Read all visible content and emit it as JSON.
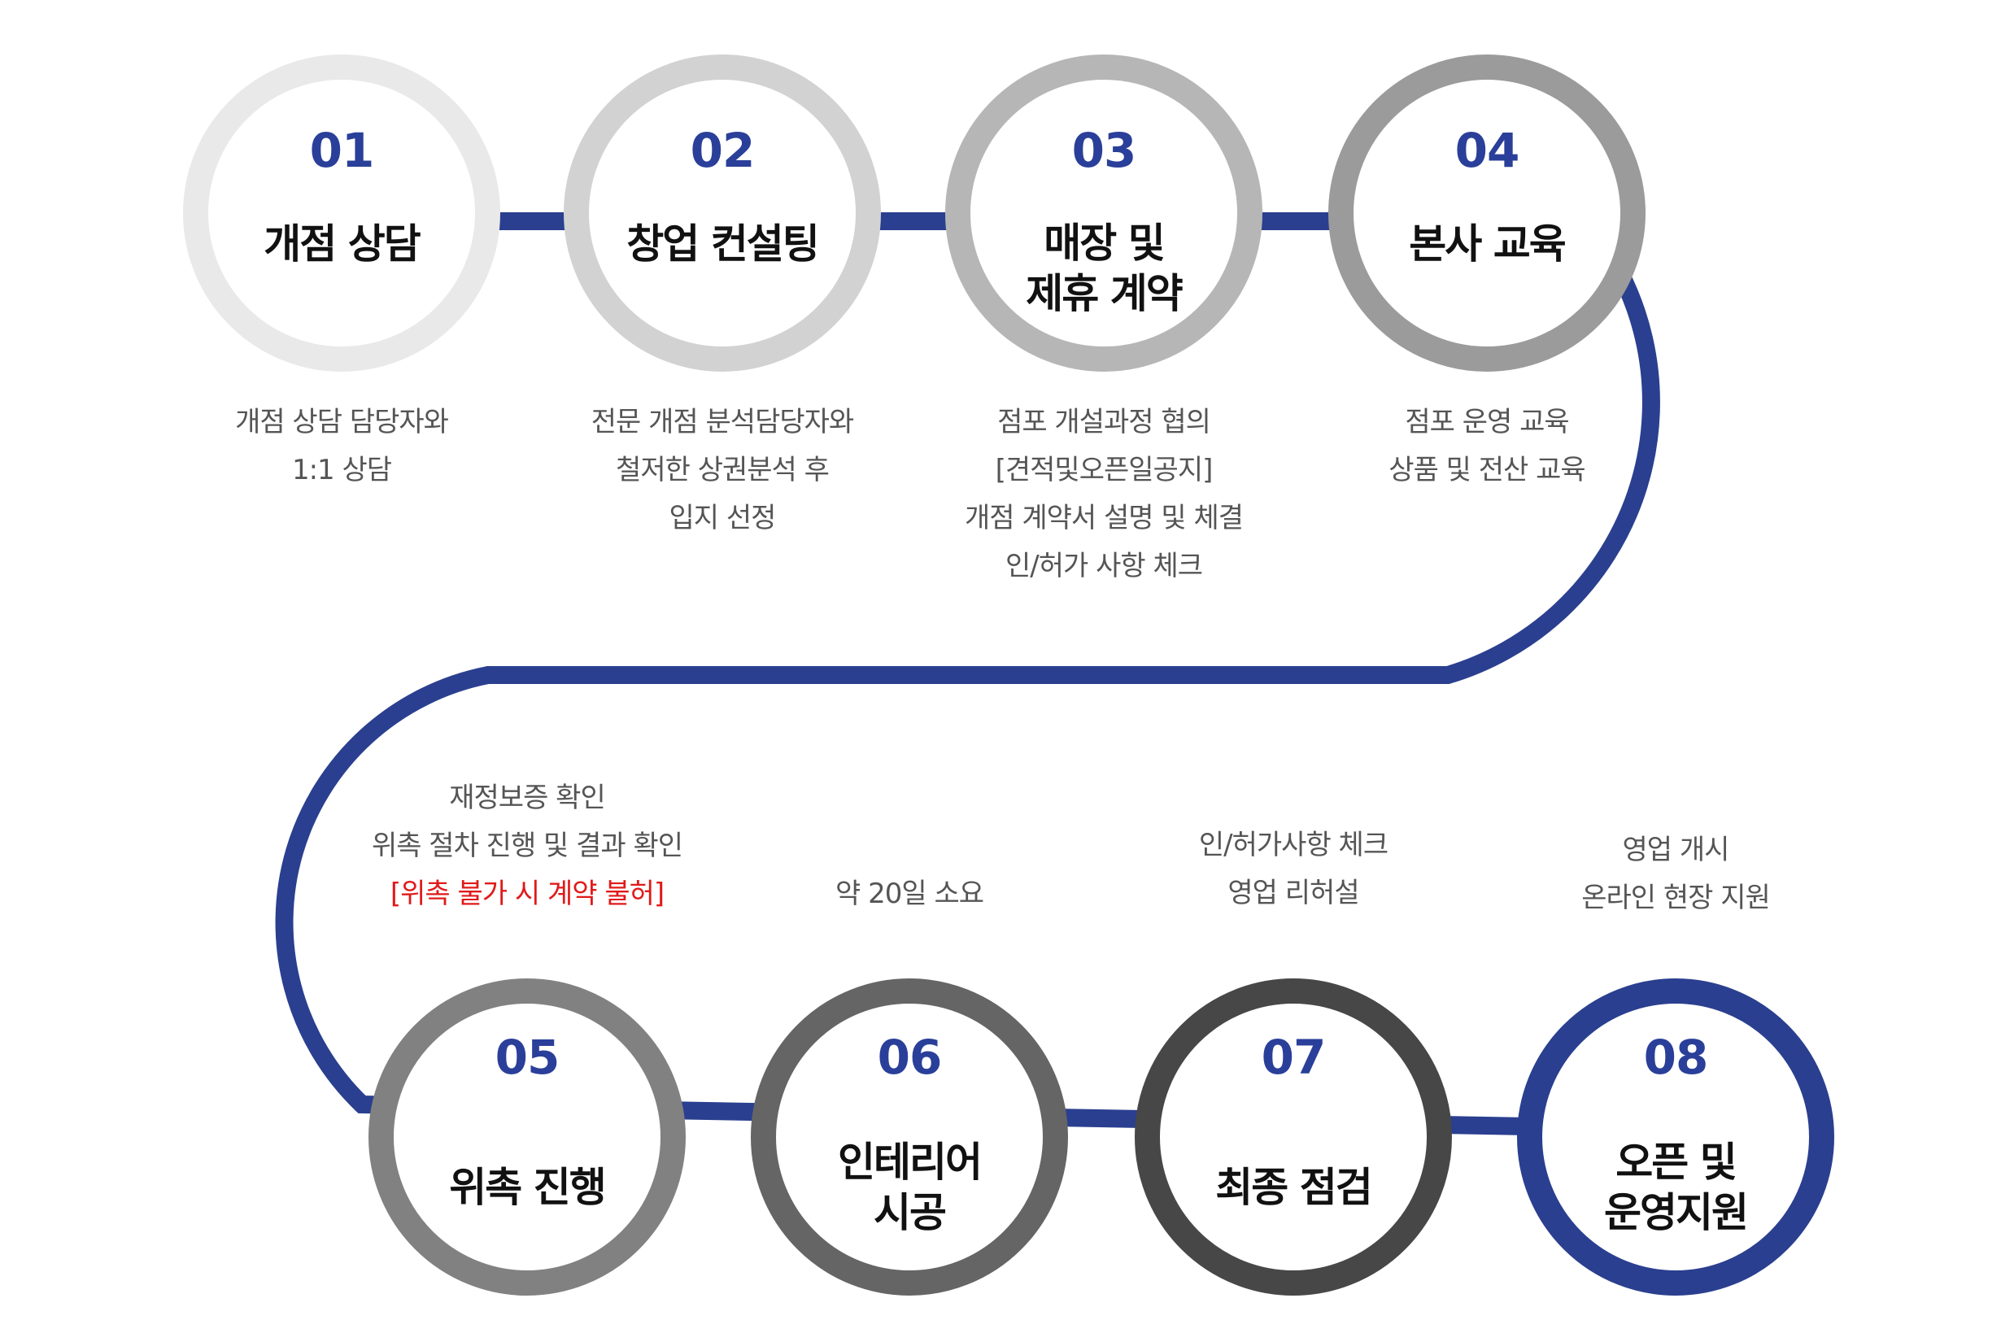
{
  "colors": {
    "path": "#2a3f8f",
    "number": "#2a3f99",
    "warning": "#e01a1a"
  },
  "steps": [
    {
      "number": "01",
      "title": "개점 상담",
      "ring_color": "#e9e9e9",
      "description": [
        "개점 상담 담당자와",
        "1:1 상담"
      ]
    },
    {
      "number": "02",
      "title": "창업 컨설팅",
      "ring_color": "#d2d2d2",
      "description": [
        "전문 개점 분석담당자와",
        "철저한 상권분석 후",
        "입지 선정"
      ]
    },
    {
      "number": "03",
      "title": "매장 및\n제휴 계약",
      "ring_color": "#b6b6b6",
      "description": [
        "점포 개설과정 협의",
        "[견적및오픈일공지]",
        "개점 계약서 설명 및 체결",
        "인/허가 사항 체크"
      ]
    },
    {
      "number": "04",
      "title": "본사 교육",
      "ring_color": "#9b9b9b",
      "description": [
        "점포 운영 교육",
        "상품 및 전산 교육"
      ]
    },
    {
      "number": "05",
      "title": "위촉 진행",
      "ring_color": "#818181",
      "description": [
        "재정보증 확인",
        "위촉 절차 진행 및 결과 확인"
      ],
      "warning": "[위촉 불가 시 계약 불허]"
    },
    {
      "number": "06",
      "title": "인테리어\n시공",
      "ring_color": "#656565",
      "description": [
        "약 20일 소요"
      ]
    },
    {
      "number": "07",
      "title": "최종 점검",
      "ring_color": "#474747",
      "description": [
        "인/허가사항 체크",
        "영업 리허설"
      ]
    },
    {
      "number": "08",
      "title": "오픈 및\n운영지원",
      "ring_color": "#2a3f8f",
      "description": [
        "영업 개시",
        "온라인 현장 지원"
      ]
    }
  ]
}
